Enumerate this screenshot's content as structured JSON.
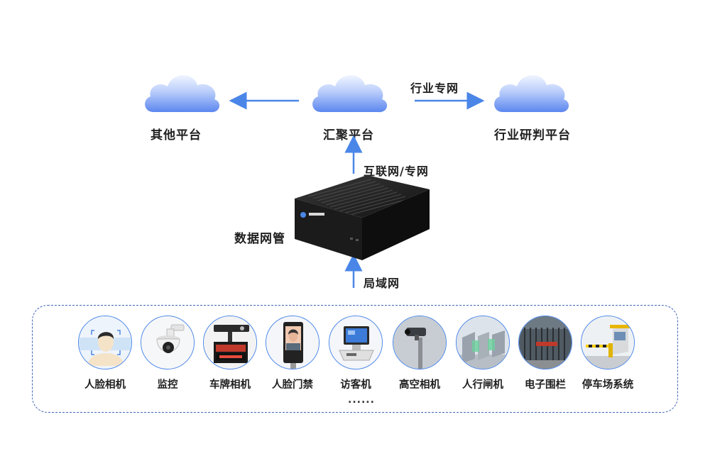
{
  "top": {
    "left_cloud_label": "其他平台",
    "center_cloud_label": "汇聚平台",
    "right_cloud_label": "行业研判平台",
    "right_arrow_label": "行业专网"
  },
  "middle": {
    "uplink_label": "互联网/专网",
    "device_label": "数据网管",
    "lan_label": "局域网"
  },
  "devices": [
    {
      "label": "人脸相机",
      "icon": "face-camera-icon"
    },
    {
      "label": "监控",
      "icon": "dome-camera-icon"
    },
    {
      "label": "车牌相机",
      "icon": "plate-camera-icon"
    },
    {
      "label": "人脸门禁",
      "icon": "face-access-icon"
    },
    {
      "label": "访客机",
      "icon": "visitor-kiosk-icon"
    },
    {
      "label": "高空相机",
      "icon": "high-camera-icon"
    },
    {
      "label": "人行闸机",
      "icon": "turnstile-icon"
    },
    {
      "label": "电子围栏",
      "icon": "fence-icon"
    },
    {
      "label": "停车场系统",
      "icon": "parking-system-icon"
    }
  ],
  "more_text": "......",
  "colors": {
    "accent": "#4a86e8",
    "dash": "#3f66b5",
    "cloud_light": "#dfe9ff",
    "cloud_mid": "#9fbaf8",
    "cloud_dark": "#5f8cf0",
    "text": "#1f1f1f"
  }
}
